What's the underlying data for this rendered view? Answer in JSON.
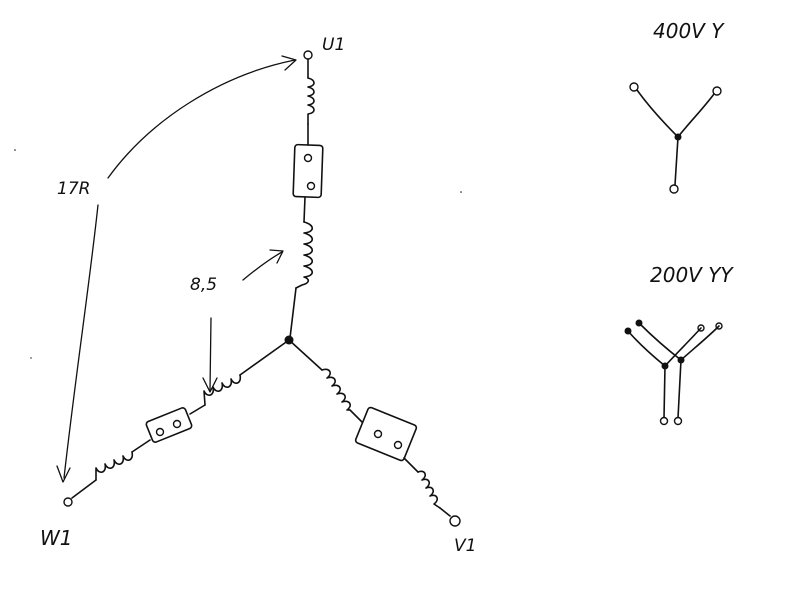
{
  "labels": {
    "u1": "U1",
    "v1": "V1",
    "w1": "W1",
    "resistance_outer": "17R",
    "resistance_inner": "8,5",
    "voltage_star": "400V Y",
    "voltage_double_star": "200V YY"
  },
  "colors": {
    "ink": "#111111",
    "paper": "#ffffff"
  }
}
